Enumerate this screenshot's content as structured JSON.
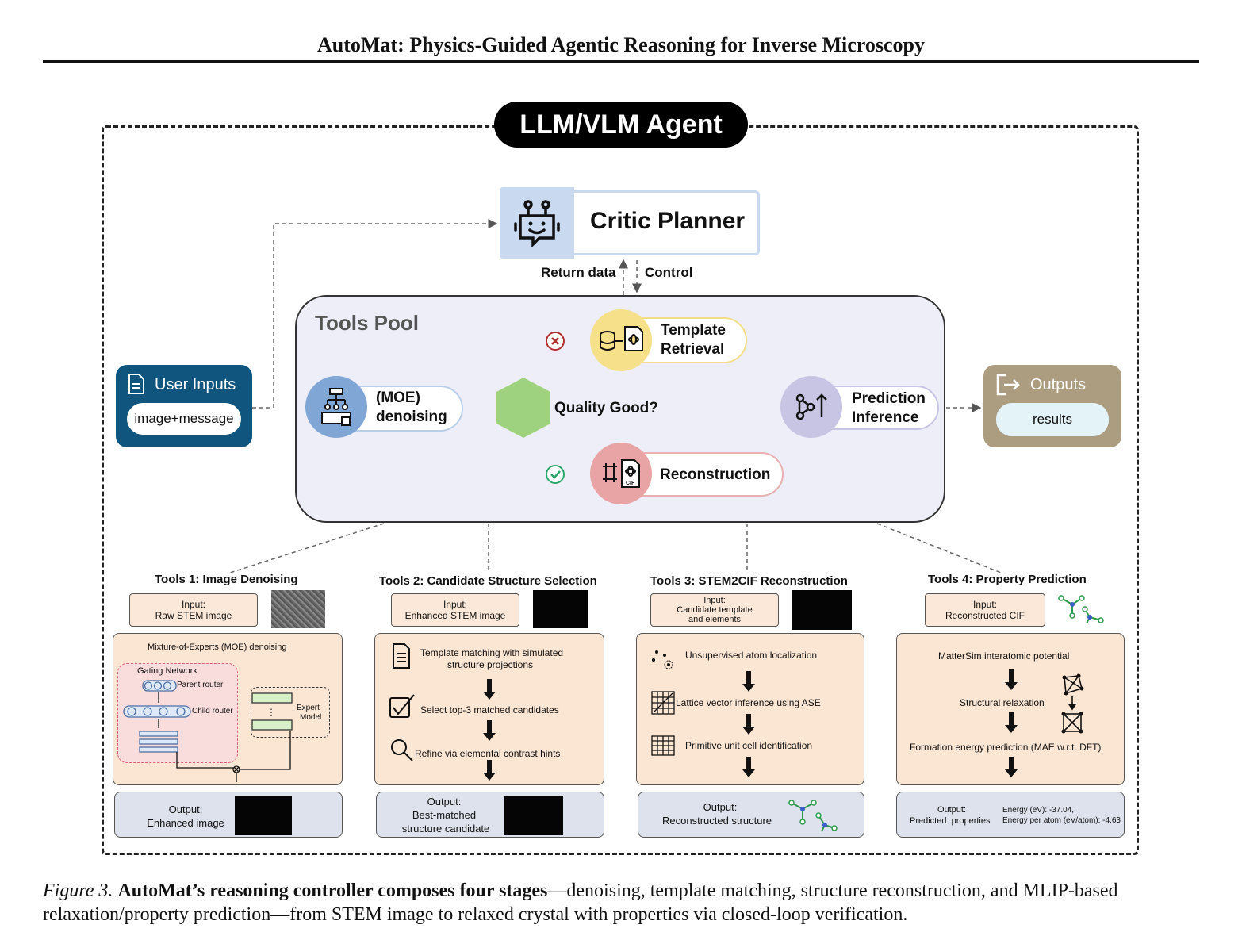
{
  "header": {
    "running_title": "AutoMat: Physics-Guided Agentic Reasoning for Inverse Microscopy"
  },
  "agent": {
    "label": "LLM/VLM Agent"
  },
  "critic": {
    "label": "Critic Planner",
    "return_label": "Return data",
    "control_label": "Control"
  },
  "user_inputs": {
    "title": "User Inputs",
    "value": "image+message"
  },
  "outputs": {
    "title": "Outputs",
    "value": "results"
  },
  "tools_pool": {
    "label": "Tools Pool",
    "moe_line1": "(MOE)",
    "moe_line2": "denoising",
    "decision": "Quality Good?",
    "template_line1": "Template",
    "template_line2": "Retrieval",
    "reconstruction": "Reconstruction",
    "prediction_line1": "Prediction",
    "prediction_line2": "Inference"
  },
  "tool1": {
    "title": "Tools 1: Image Denoising",
    "input_line1": "Input:",
    "input_line2": "Raw STEM image",
    "panel_title": "Mixture-of-Experts (MOE) denoising",
    "gating": "Gating Network",
    "parent_router": "Parent router",
    "child_router": "Child router",
    "expert_line1": "Expert",
    "expert_line2": "Model",
    "output_line1": "Output:",
    "output_line2": "Enhanced image"
  },
  "tool2": {
    "title": "Tools 2: Candidate Structure Selection",
    "input_line1": "Input:",
    "input_line2": "Enhanced STEM image",
    "step1_line1": "Template matching with simulated",
    "step1_line2": "structure projections",
    "step2": "Select top-3 matched candidates",
    "step3": "Refine via elemental contrast hints",
    "output_line1": "Output:",
    "output_line2": "Best-matched",
    "output_line3": "structure candidate"
  },
  "tool3": {
    "title": "Tools 3: STEM2CIF Reconstruction",
    "input_line1": "Input:",
    "input_line2": "Candidate template",
    "input_line3": "and elements",
    "step1": "Unsupervised atom localization",
    "step2": "Lattice vector inference using ASE",
    "step3": "Primitive unit cell identification",
    "output_line1": "Output:",
    "output_line2": "Reconstructed structure"
  },
  "tool4": {
    "title": "Tools 4: Property Prediction",
    "input_line1": "Input:",
    "input_line2": "Reconstructed CIF",
    "step1": "MatterSim interatomic potential",
    "step2": "Structural relaxation",
    "step3": "Formation energy prediction (MAE w.r.t. DFT)",
    "output_line1": "Output:",
    "output_line2": "Predicted  properties",
    "energy": "Energy (eV): -37.04,",
    "energy_per_atom": "Energy per atom (eV/atom): -4.63"
  },
  "caption": {
    "label": "Figure 3.",
    "bold": "AutoMat’s reasoning controller composes four stages",
    "rest": "—denoising, template matching, structure reconstruction, and MLIP-based relaxation/property prediction—from STEM image to relaxed crystal with properties via closed-loop verification."
  },
  "colors": {
    "agent_bg": "#000000",
    "critic": "#c8d9f0",
    "user_inputs": "#10557e",
    "outputs": "#ad9d80",
    "moe": "#7fa6d4",
    "decision": "#9fd27f",
    "template": "#f7e08a",
    "reconstruction": "#e8a4a4",
    "prediction": "#c7c5e3",
    "panel": "#fbe5d3",
    "output_panel": "#dde2ec"
  }
}
